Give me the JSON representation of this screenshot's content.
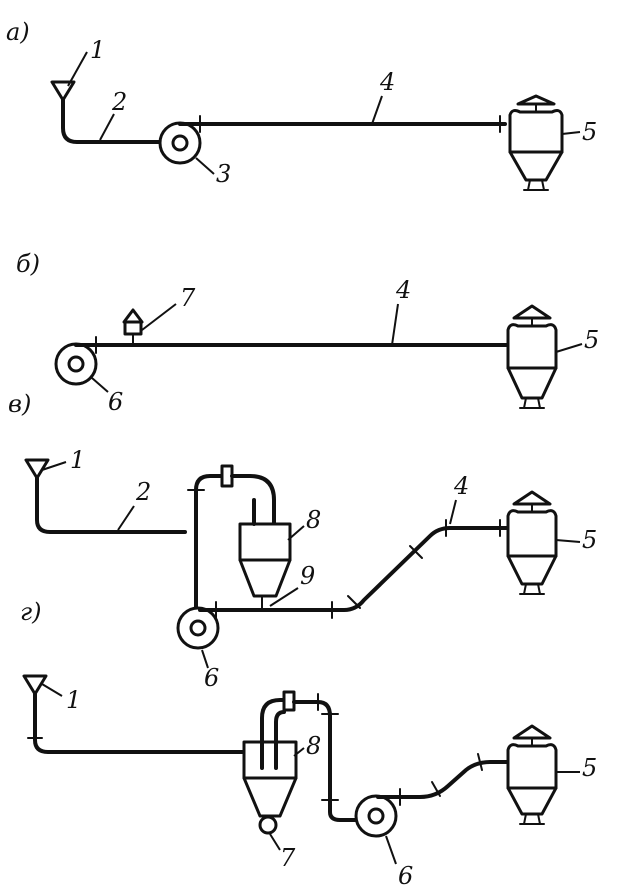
{
  "labels": {
    "a": "а)",
    "b": "б)",
    "v": "в)",
    "g": "г)",
    "n1": "1",
    "n2": "2",
    "n3": "3",
    "n4": "4",
    "n5": "5",
    "n6": "6",
    "n7": "7",
    "n8": "8",
    "n9": "9"
  }
}
